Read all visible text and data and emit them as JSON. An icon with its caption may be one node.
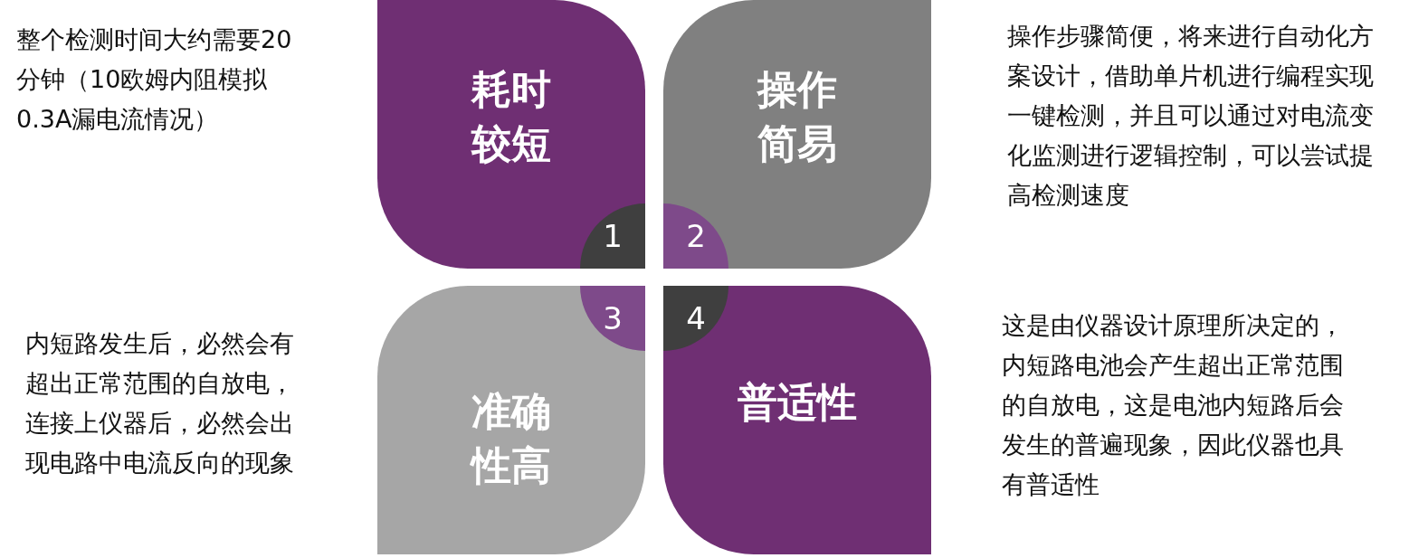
{
  "diagram": {
    "nodes": [
      {
        "text": [
          "耗时较短"
        ]
      },
      {
        "text": [
          "操作简易"
        ]
      },
      {
        "text": [
          "准确性高"
        ]
      },
      {
        "text": [
          "普适性"
        ]
      },
      {
        "text": [
          "1"
        ],
        "in": 0
      },
      {
        "text": [
          "2"
        ],
        "in": 1
      },
      {
        "text": [
          "3"
        ],
        "in": 2
      },
      {
        "text": [
          "4"
        ],
        "in": 3
      }
    ],
    "labels": [
      "整个检测时间大约需要20分钟（10欧姆内阻模拟0.3A漏电流情况）",
      "操作步骤简便，将来进行自动化方案设计，借助单片机进行编程实现一键检测，并且可以通过对电流变化监测进行逻辑控制，可以尝试提高检测速度",
      "内短路发生后，必然会有超出正常范围的自放电，连接上仪器后，必然会出现电路中电流反向的现象",
      "这是由仪器设计原理所决定的，内短路电池会产生超出正常范围的自放电，这是电池内短路后会发生的普遍现象，因此仪器也具有普适性"
    ]
  }
}
